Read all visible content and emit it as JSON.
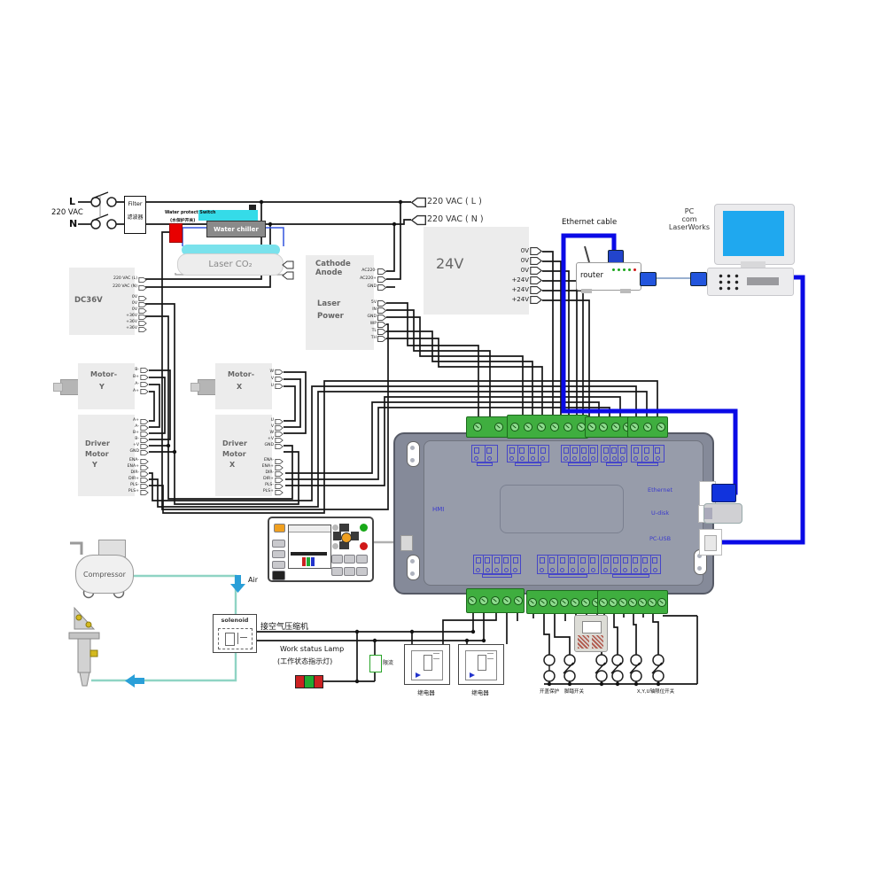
{
  "mains": {
    "l": "L",
    "n": "N",
    "voltage": "220 VAC"
  },
  "filter": {
    "en": "Filter",
    "zh": "滤波器"
  },
  "chiller": {
    "label": "Water chiller",
    "protect1": "Water protect Switch",
    "protect2": "(水保护开关)"
  },
  "laser_tube": {
    "label": "Laser CO₂"
  },
  "laser_psu": {
    "cathode": "Cathode",
    "anode": "Anode",
    "name1": "Laser",
    "name2": "Power"
  },
  "psu24": {
    "label": "24V"
  },
  "dc36": {
    "label": "DC36V"
  },
  "motor_y": {
    "label1": "Motor-",
    "label2": "Y"
  },
  "driver_y": {
    "label1": "Driver",
    "label2": "Motor",
    "label3": "Y"
  },
  "motor_x": {
    "label1": "Motor-",
    "label2": "X"
  },
  "driver_x": {
    "label1": "Driver",
    "label2": "Motor",
    "label3": "X"
  },
  "pins": {
    "mains_big": [
      "220 VAC ( L )",
      "220 VAC ( N )"
    ],
    "psu24": [
      "0V",
      "0V",
      "0V",
      "+24V",
      "+24V",
      "+24V"
    ],
    "dc36_in": [
      "220 VAC (L)",
      "220 VAC (N)"
    ],
    "dc36_out": [
      "0V",
      "0V",
      "0V",
      "+36V",
      "+36V",
      "+36V"
    ],
    "laser_ac": [
      "AC220-",
      "AC220+",
      "GND"
    ],
    "laser_sig": [
      "5V",
      "IN",
      "GND",
      "WP",
      "TL",
      "TH"
    ],
    "motor_y": [
      "B-",
      "B+",
      "A-",
      "A+"
    ],
    "driver_y_a": [
      "A+",
      "A-",
      "B+",
      "B-",
      "+V",
      "GND"
    ],
    "driver_y_b": [
      "ENA-",
      "ENA+",
      "DIR-",
      "DIR+",
      "PLS-",
      "PLS+"
    ],
    "motor_x": [
      "W",
      "V",
      "U"
    ],
    "driver_x_a": [
      "U",
      "V",
      "W",
      "+V",
      "GND"
    ],
    "driver_x_b": [
      "ENA-",
      "ENA+",
      "DIR-",
      "DIR+",
      "PLS-",
      "PLS+"
    ]
  },
  "network": {
    "cable": "Ethernet cable",
    "router": "router",
    "pc1": "PC",
    "pc2": "com",
    "pc3": "LaserWorks"
  },
  "controller": {
    "hmi": "HMI",
    "ethernet": "Ethernet",
    "udisk": "U-disk",
    "pcusb": "PC-USB"
  },
  "pneumatic": {
    "compressor": "Compressor",
    "air": "Air",
    "solenoid": "solenoid",
    "note": "接空气压缩机"
  },
  "lamp": {
    "line1": "Work status Lamp",
    "line2": "(工作状态指示灯)",
    "resistor": "限流"
  },
  "relays": {
    "r1": "继电器",
    "r2": "继电器"
  },
  "switches": {
    "s1": "开盖保护",
    "s2": "脚踏开关",
    "s3": "X,Y,U轴限位开关"
  },
  "colors": {
    "cable_blue": "#0a0ae6",
    "terminal_green": "#3fae3f",
    "screen_blue": "#1fa8ef",
    "tank_cyan": "#35dbe8",
    "lamp_red": "#cc2222",
    "lamp_green": "#22aa33",
    "arrow_blue": "#2a9fd8",
    "print_blue": "#4646c8"
  }
}
